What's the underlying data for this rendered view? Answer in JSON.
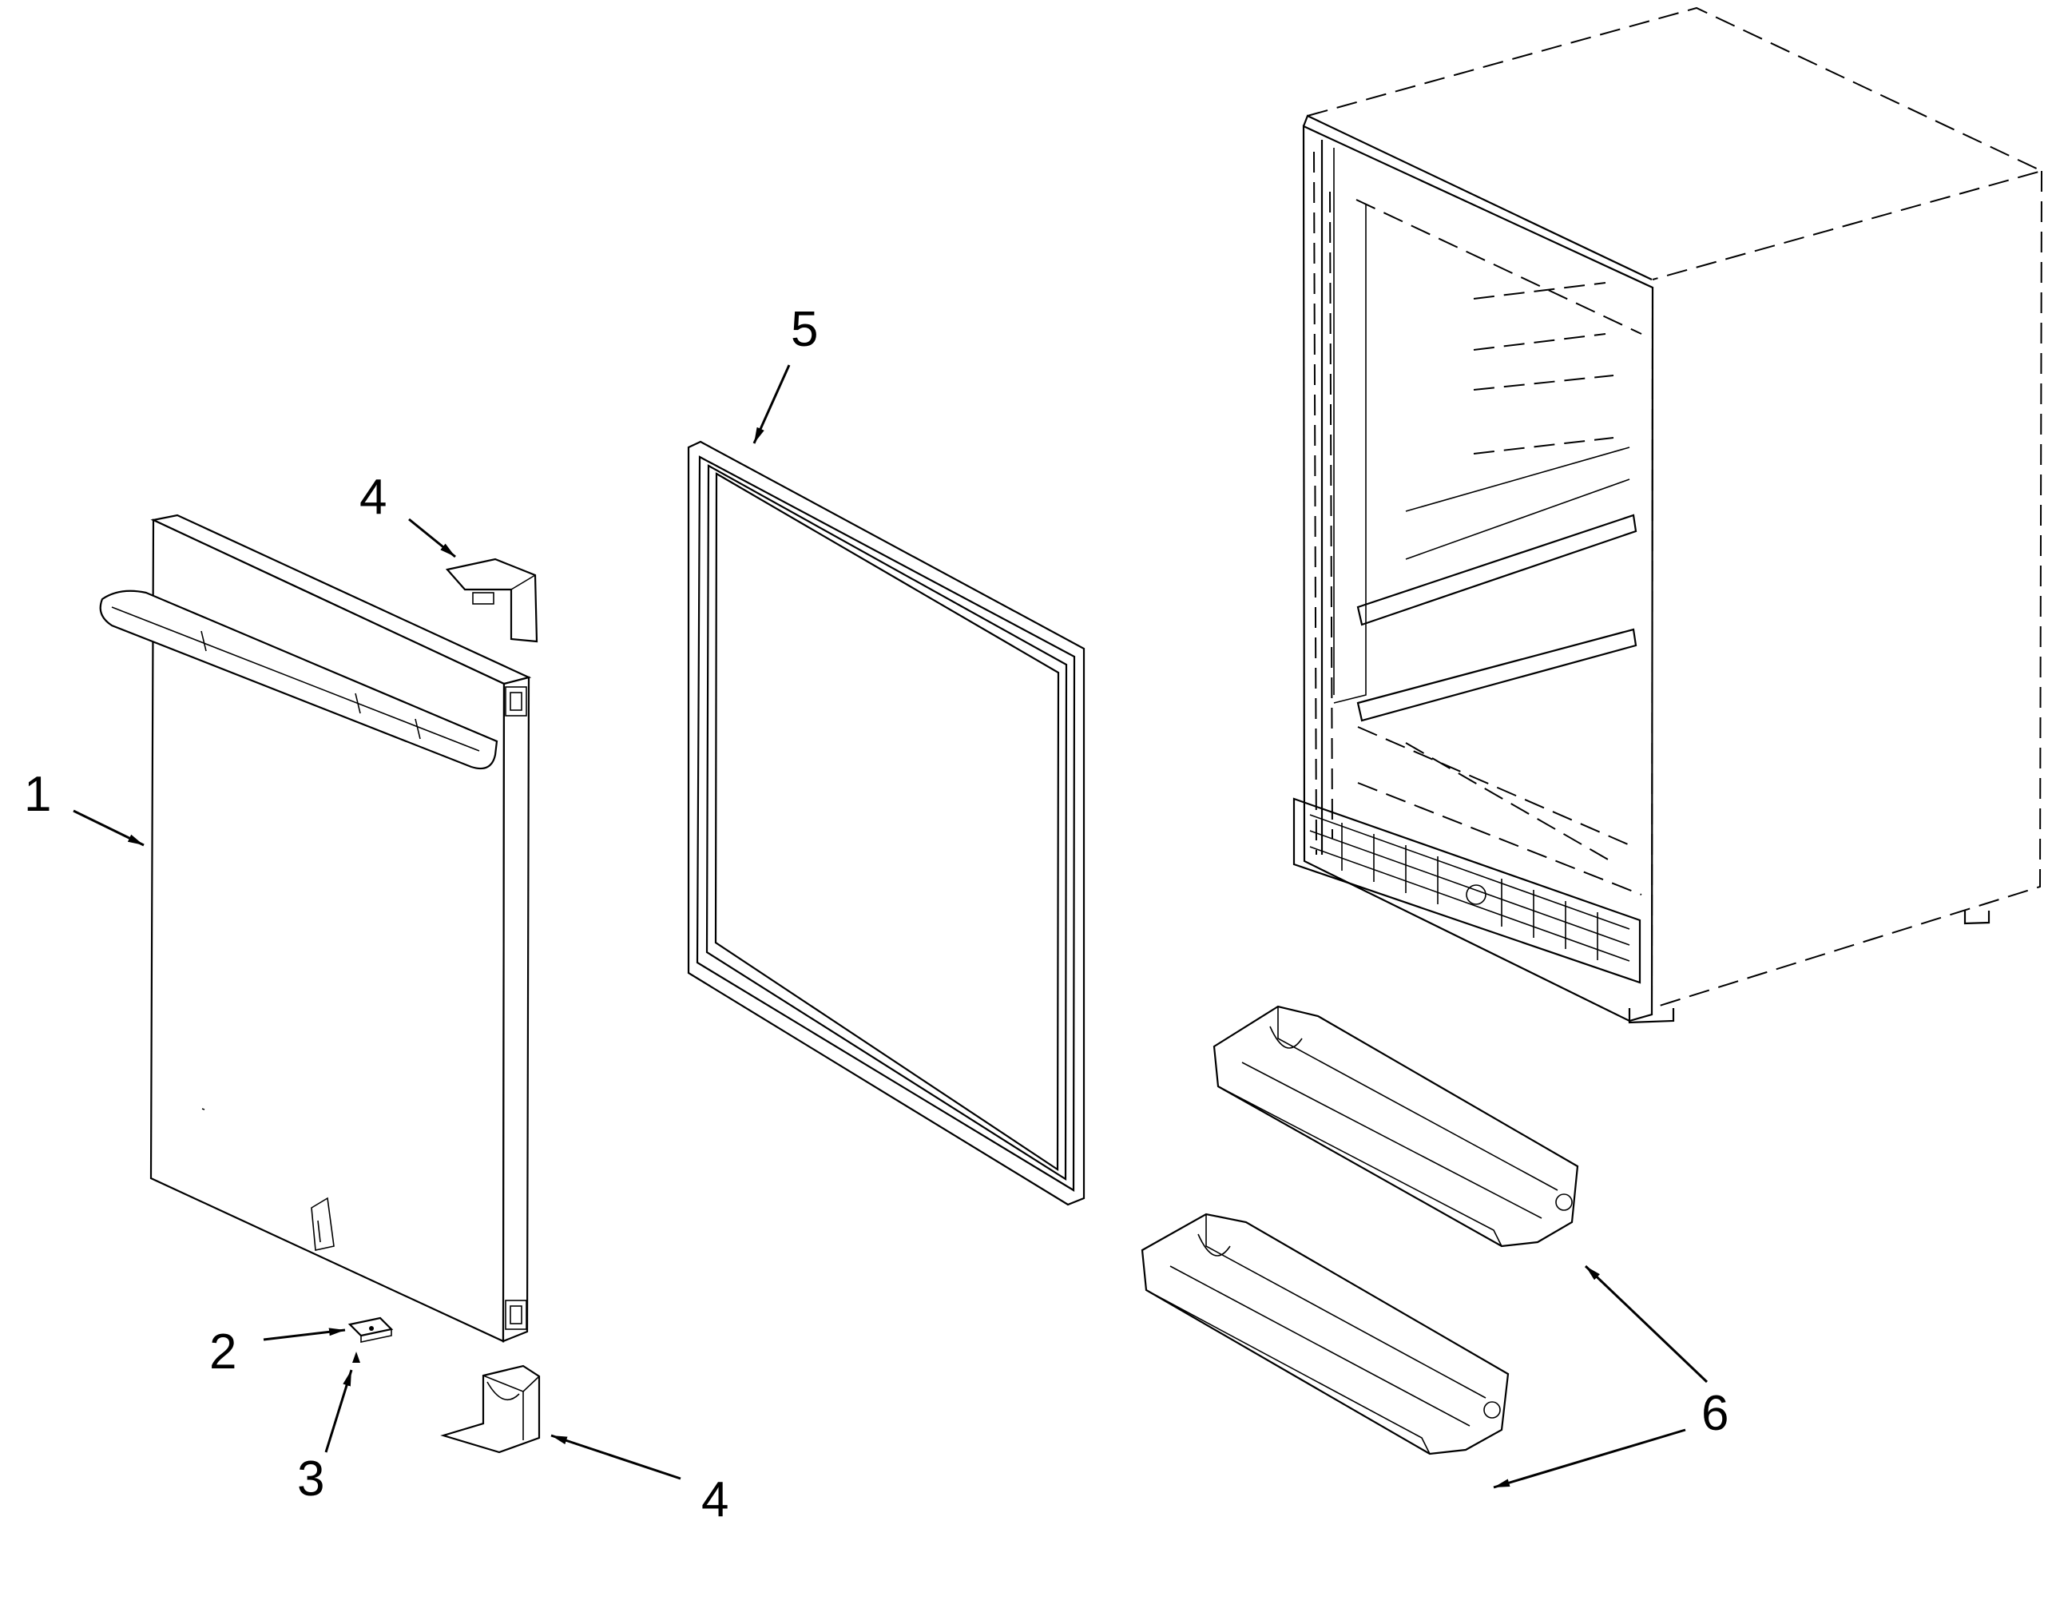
{
  "callouts": {
    "c1": "1",
    "c2": "2",
    "c3": "3",
    "c4_top": "4",
    "c4_bottom": "4",
    "c5": "5",
    "c6": "6"
  }
}
